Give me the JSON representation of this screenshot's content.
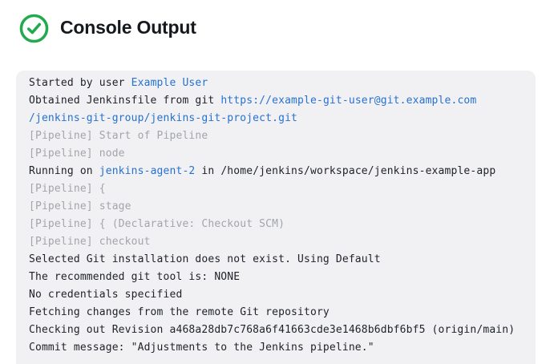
{
  "header": {
    "title": "Console Output",
    "status_icon": "check-circle-icon"
  },
  "colors": {
    "accent_green": "#23a94e",
    "link_blue": "#2671d3",
    "muted_gray": "#a2a5aa",
    "text_dark": "#20242a",
    "title_color": "#15181d",
    "console_bg": "#f1f1f3",
    "page_bg": "#ffffff"
  },
  "console": {
    "lines": [
      [
        {
          "t": "Started by user ",
          "s": "plain"
        },
        {
          "t": "Example User",
          "s": "link"
        }
      ],
      [
        {
          "t": "Obtained Jenkinsfile from git ",
          "s": "plain"
        },
        {
          "t": "https://example-git-user@git.example.com",
          "s": "link"
        }
      ],
      [
        {
          "t": "/jenkins-git-group/jenkins-git-project.git",
          "s": "link"
        }
      ],
      [
        {
          "t": "[Pipeline] Start of Pipeline",
          "s": "muted"
        }
      ],
      [
        {
          "t": "[Pipeline] node",
          "s": "muted"
        }
      ],
      [
        {
          "t": "Running on ",
          "s": "plain"
        },
        {
          "t": "jenkins-agent-2",
          "s": "link"
        },
        {
          "t": " in /home/jenkins/workspace/jenkins-example-app",
          "s": "plain"
        }
      ],
      [
        {
          "t": "[Pipeline] {",
          "s": "muted"
        }
      ],
      [
        {
          "t": "[Pipeline] stage",
          "s": "muted"
        }
      ],
      [
        {
          "t": "[Pipeline] { (Declarative: Checkout SCM)",
          "s": "muted"
        }
      ],
      [
        {
          "t": "[Pipeline] checkout",
          "s": "muted"
        }
      ],
      [
        {
          "t": "Selected Git installation does not exist. Using Default",
          "s": "plain"
        }
      ],
      [
        {
          "t": "The recommended git tool is: NONE",
          "s": "plain"
        }
      ],
      [
        {
          "t": "No credentials specified",
          "s": "plain"
        }
      ],
      [
        {
          "t": "Fetching changes from the remote Git repository",
          "s": "plain"
        }
      ],
      [
        {
          "t": "Checking out Revision a468a28db7c768a6f41663cde3e1468b6dbf6bf5 (origin/main)",
          "s": "plain"
        }
      ],
      [
        {
          "t": "Commit message: \"Adjustments to the Jenkins pipeline.\"",
          "s": "plain"
        }
      ]
    ]
  }
}
